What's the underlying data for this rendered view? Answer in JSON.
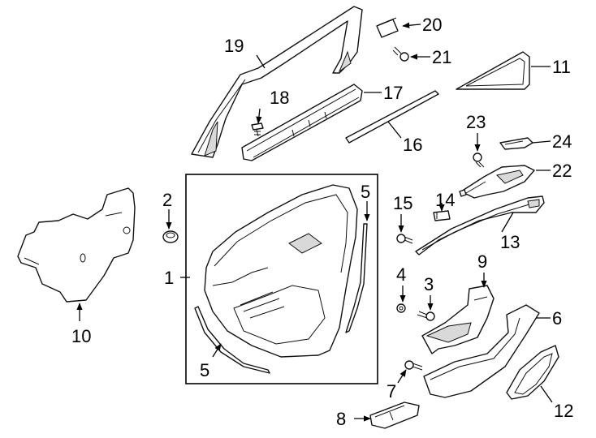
{
  "callouts": {
    "c1": "1",
    "c2": "2",
    "c3": "3",
    "c4": "4",
    "c5a": "5",
    "c5b": "5",
    "c6": "6",
    "c7": "7",
    "c8": "8",
    "c9": "9",
    "c10": "10",
    "c11": "11",
    "c12": "12",
    "c13": "13",
    "c14": "14",
    "c15": "15",
    "c16": "16",
    "c17": "17",
    "c18": "18",
    "c19": "19",
    "c20": "20",
    "c21": "21",
    "c22": "22",
    "c23": "23",
    "c24": "24"
  }
}
